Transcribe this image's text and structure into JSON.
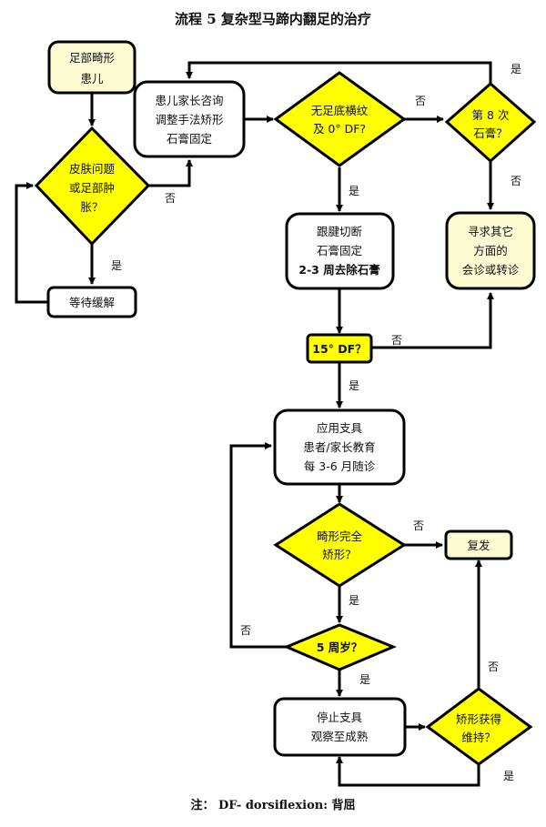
{
  "title": "流程 5  复杂型马蹄内翻足的治疗",
  "note": "注：   DF- dorsiflexion:  背屈",
  "colors": {
    "decision": "#ffff00",
    "start": "#fdfbd2",
    "process": "#ffffff",
    "stroke": "#000000"
  },
  "nodes": {
    "start": [
      "足部畸形",
      "患儿"
    ],
    "consult": [
      "患儿家长咨询",
      "调整手法矫形",
      "石膏固定"
    ],
    "skin_check": [
      "皮肤问题",
      "或足部肿",
      "胀？"
    ],
    "wait": [
      "等待缓解"
    ],
    "crease_check": [
      "无足底横纹",
      "及 0°  DF?"
    ],
    "eighth_cast": [
      "第 8 次",
      "石膏？"
    ],
    "tenotomy": [
      "跟腱切断",
      "石膏固定",
      "2-3 周去除石膏"
    ],
    "referral": [
      "寻求其它",
      "方面的",
      "会诊或转诊"
    ],
    "df15": [
      "15°  DF？"
    ],
    "brace": [
      "应用支具",
      "患者/家长教育",
      "每 3-6 月随诊"
    ],
    "full_correction": [
      "畸形完全",
      "矫形？"
    ],
    "relapse": [
      "复发"
    ],
    "age5": [
      "5 周岁？"
    ],
    "stop_brace": [
      "停止支具",
      "观察至成熟"
    ],
    "maintained": [
      "矫形获得",
      "维持？"
    ]
  },
  "edge_labels": {
    "skin_no": "否",
    "skin_yes": "是",
    "crease_no": "否",
    "crease_yes": "是",
    "eighth_yes": "是",
    "eighth_no": "否",
    "df15_no": "否",
    "df15_yes": "是",
    "full_no": "否",
    "full_yes": "是",
    "age5_no": "否",
    "age5_yes": "是",
    "maintained_no": "否",
    "maintained_yes": "是"
  }
}
